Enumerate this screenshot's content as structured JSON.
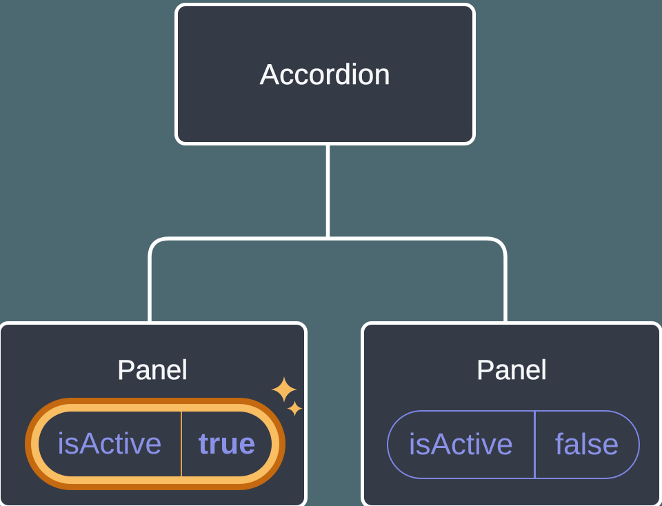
{
  "tree": {
    "root": {
      "label": "Accordion"
    },
    "panels": [
      {
        "label": "Panel",
        "prop": "isActive",
        "value": "true",
        "state": "active",
        "icons": [
          "sparkle-icon",
          "sparkle-icon"
        ]
      },
      {
        "label": "Panel",
        "prop": "isActive",
        "value": "false",
        "state": "inactive"
      }
    ]
  },
  "colors": {
    "background": "#4c6870",
    "node_fill": "#343a46",
    "node_border": "#ffffff",
    "text_primary": "#f6f7f9",
    "state_purple": "#8a91e8",
    "pill_border_inactive": "#7d86e2",
    "highlight_gold": "#f9bd62",
    "highlight_dark_orange": "#c4690f",
    "highlight_divider_gold": "#dfa04a",
    "sparkle_gold": "#f7ba5f"
  }
}
